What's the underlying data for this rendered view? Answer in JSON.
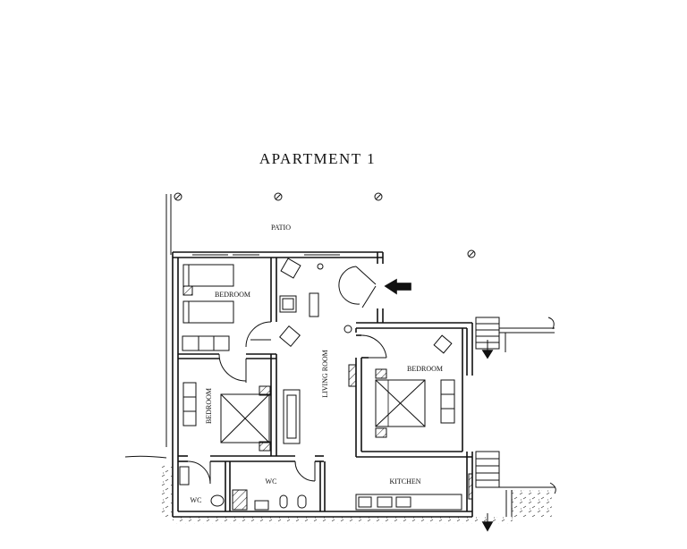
{
  "title": "APARTMENT  1",
  "rooms": {
    "patio": "PATIO",
    "bedroom_top": "BEDROOM",
    "bedroom_left": "BEDROOM",
    "living_room": "LIVING  ROOM",
    "bedroom_right": "BEDROOM",
    "wc_center": "WC",
    "wc_left": "WC",
    "kitchen": "KITCHEN"
  },
  "colors": {
    "line": "#111111",
    "background": "#ffffff"
  },
  "icons": [
    "entrance-arrow-icon",
    "stair-down-arrow-icon"
  ]
}
